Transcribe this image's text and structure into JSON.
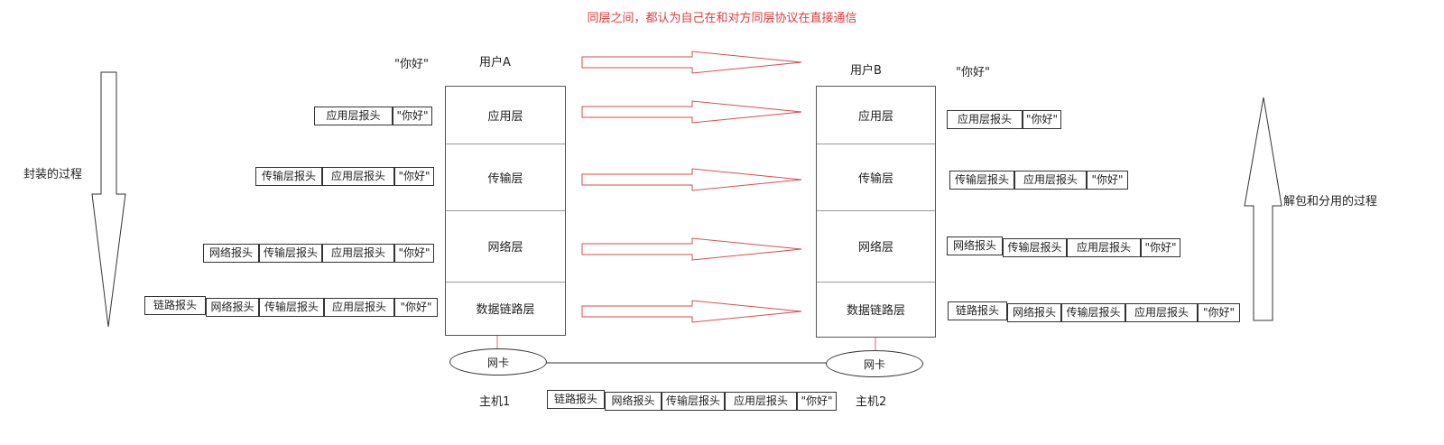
{
  "title": "同层之间，都认为自己在和对方同层协议在直接通信",
  "left_label": "封装的过程",
  "right_label": "解包和分用的过程",
  "host_a": {
    "user": "用户A",
    "data": "\"你好\"",
    "layers": [
      "应用层",
      "传输层",
      "网络层",
      "数据链路层"
    ],
    "nic": "网卡",
    "host": "主机1"
  },
  "host_b": {
    "user": "用户B",
    "data": "\"你好\"",
    "layers": [
      "应用层",
      "传输层",
      "网络层",
      "数据链路层"
    ],
    "nic": "网卡",
    "host": "主机2"
  },
  "headers": {
    "link": "链路报头",
    "network": "网络报头",
    "transport": "传输层报头",
    "application": "应用层报头",
    "payload": "\"你好\""
  },
  "colors": {
    "title_red": "#e03c3c",
    "arrow_red": "#d94a4a",
    "line_red": "#e06666"
  }
}
